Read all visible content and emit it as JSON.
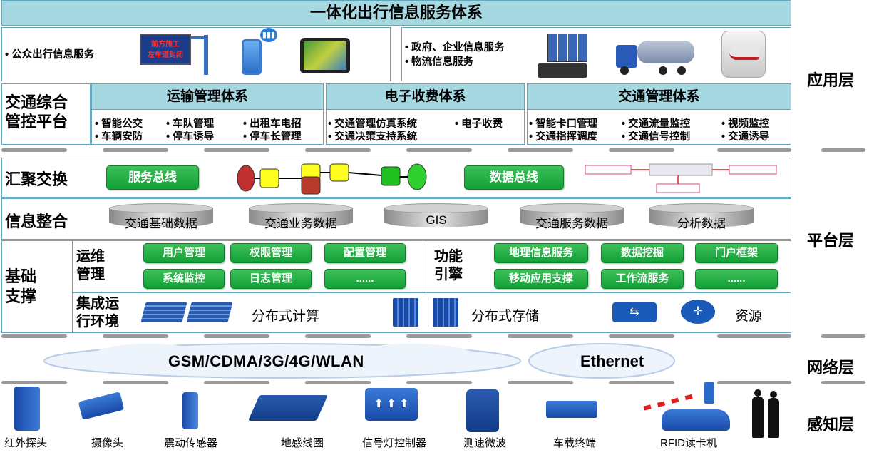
{
  "title": "一体化出行信息服务体系",
  "layers": {
    "app": "应用层",
    "platform": "平台层",
    "network": "网络层",
    "sensing": "感知层"
  },
  "app_left": {
    "bullet": "公众出行信息服务",
    "sign_line1": "前方施工",
    "sign_line2": "左车道封闭"
  },
  "app_right": {
    "bullet1": "政府、企业信息服务",
    "bullet2": "物流信息服务"
  },
  "control": {
    "label": "交通综合\n管控平台",
    "transport": {
      "title": "运输管理体系",
      "items": [
        "智能公交",
        "车队管理",
        "出租车电招",
        "车辆安防",
        "停车诱导",
        "停车长管理"
      ]
    },
    "toll": {
      "title": "电子收费体系",
      "items": [
        "交通管理仿真系统",
        "电子收费",
        "交通决策支持系统"
      ]
    },
    "traffic": {
      "title": "交通管理体系",
      "items": [
        "智能卡口管理",
        "交通流量监控",
        "视频监控",
        "交通指挥调度",
        "交通信号控制",
        "交通诱导"
      ]
    }
  },
  "exchange": {
    "label": "汇聚交换",
    "service_bus": "服务总线",
    "data_bus": "数据总线"
  },
  "integration": {
    "label": "信息整合",
    "dbs": [
      "交通基础数据",
      "交通业务数据",
      "GIS",
      "交通服务数据",
      "分析数据"
    ]
  },
  "support": {
    "label": "基础\n支撑",
    "ops": {
      "label": "运维\n管理",
      "items": [
        "用户管理",
        "权限管理",
        "配置管理",
        "系统监控",
        "日志管理",
        "......"
      ]
    },
    "engine": {
      "label": "功能\n引擎",
      "items": [
        "地理信息服务",
        "数据挖掘",
        "门户框架",
        "移动应用支撑",
        "工作流服务",
        "......"
      ]
    },
    "env": {
      "label": "集成运\n行环境",
      "compute": "分布式计算",
      "storage": "分布式存储",
      "resource": "资源"
    }
  },
  "network": {
    "wireless": "GSM/CDMA/3G/4G/WLAN",
    "ethernet": "Ethernet"
  },
  "sensors": [
    "红外探头",
    "摄像头",
    "震动传感器",
    "地感线圈",
    "信号灯控制器",
    "测速微波",
    "车载终端",
    "RFID读卡机"
  ],
  "colors": {
    "header_fill": "#a6d8e2",
    "border": "#5fa8c0",
    "button_green": "#1aa83c"
  }
}
